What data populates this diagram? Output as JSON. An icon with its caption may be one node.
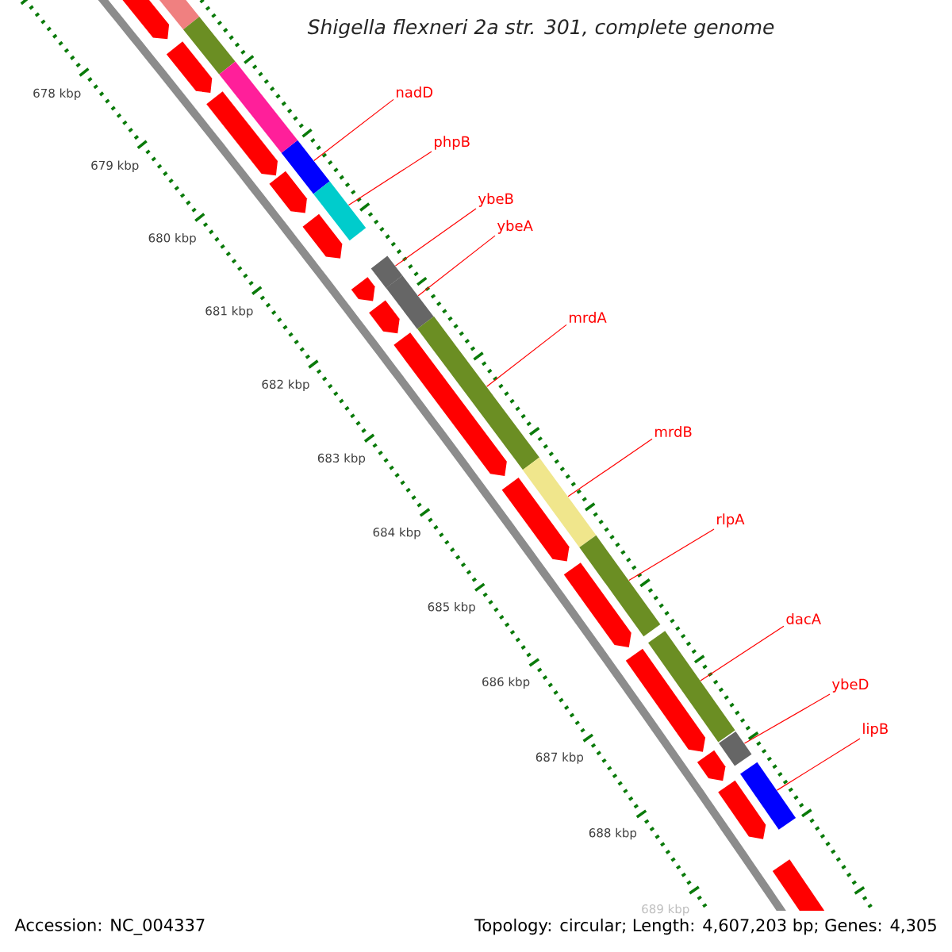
{
  "diagram": {
    "title": "Shigella flexneri 2a str. 301, complete genome",
    "nodes": [
      {
        "text": [
          "nadD"
        ]
      },
      {
        "text": [
          "phpB"
        ]
      },
      {
        "text": [
          "ybeB"
        ]
      },
      {
        "text": [
          "ybeA"
        ]
      },
      {
        "text": [
          "mrdA"
        ]
      },
      {
        "text": [
          "mrdB"
        ]
      },
      {
        "text": [
          "rlpA"
        ]
      },
      {
        "text": [
          "dacA"
        ]
      },
      {
        "text": [
          "ybeD"
        ]
      },
      {
        "text": [
          "lipB"
        ]
      },
      {
        "text": [],
        "shape": "bar"
      },
      {
        "text": [],
        "shape": "bar"
      },
      {
        "text": [],
        "shape": "bar"
      },
      {
        "text": [],
        "shape": "bar"
      },
      {
        "text": [],
        "shape": "bar"
      },
      {
        "text": [],
        "shape": "bar"
      },
      {
        "text": [],
        "shape": "bar"
      },
      {
        "text": [],
        "shape": "bar"
      },
      {
        "text": [],
        "shape": "bar"
      },
      {
        "text": [],
        "shape": "bar"
      },
      {
        "text": [],
        "shape": "arrow"
      },
      {
        "text": [],
        "shape": "arrow"
      },
      {
        "text": [],
        "shape": "arrow"
      },
      {
        "text": [],
        "shape": "arrow"
      },
      {
        "text": [],
        "shape": "arrow"
      },
      {
        "text": [],
        "shape": "arrow"
      },
      {
        "text": [],
        "shape": "arrow"
      },
      {
        "text": [],
        "shape": "arrow"
      },
      {
        "text": [],
        "shape": "arrow"
      },
      {
        "text": [],
        "shape": "arrow"
      },
      {
        "text": [],
        "shape": "arrow"
      },
      {
        "text": [],
        "shape": "arrow"
      },
      {
        "text": [],
        "shape": "arrow"
      },
      {
        "text": [],
        "shape": "arrow"
      },
      {
        "text": [],
        "shape": "bar"
      },
      {
        "text": [],
        "shape": "bar"
      },
      {
        "text": [],
        "shape": "bar"
      }
    ],
    "edges": [
      {
        "from": 0,
        "to": 10,
        "arrow": "none"
      },
      {
        "from": 1,
        "to": 11,
        "arrow": "none"
      },
      {
        "from": 2,
        "to": 12,
        "arrow": "none"
      },
      {
        "from": 3,
        "to": 13,
        "arrow": "none"
      },
      {
        "from": 4,
        "to": 14,
        "arrow": "none"
      },
      {
        "from": 5,
        "to": 15,
        "arrow": "none"
      },
      {
        "from": 6,
        "to": 16,
        "arrow": "none"
      },
      {
        "from": 7,
        "to": 17,
        "arrow": "none"
      },
      {
        "from": 8,
        "to": 18,
        "arrow": "none"
      },
      {
        "from": 9,
        "to": 19,
        "arrow": "none"
      }
    ],
    "labels": [
      "678 kbp",
      "679 kbp",
      "680 kbp",
      "681 kbp",
      "682 kbp",
      "683 kbp",
      "684 kbp",
      "685 kbp",
      "686 kbp",
      "687 kbp",
      "688 kbp",
      "689 kbp",
      "Accession: NC_004337",
      "Topology: circular; Length: 4,607,203 bp; Genes: 4,305"
    ]
  }
}
